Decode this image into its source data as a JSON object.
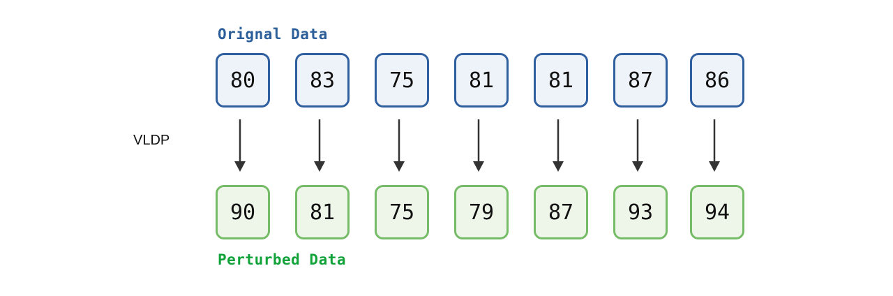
{
  "original": {
    "title": "Orignal Data",
    "values": [
      "80",
      "83",
      "75",
      "81",
      "81",
      "87",
      "86"
    ]
  },
  "perturbed": {
    "title": "Perturbed Data",
    "values": [
      "90",
      "81",
      "75",
      "79",
      "87",
      "93",
      "94"
    ]
  },
  "mechanism_label": "VLDP",
  "colors": {
    "original_text": "#2c5f9a",
    "original_border": "#2f5f9f",
    "original_fill": "#eef3f9",
    "perturbed_text": "#11a33a",
    "perturbed_border": "#76bb67",
    "perturbed_fill": "#eef6ea",
    "arrow": "#333333"
  }
}
